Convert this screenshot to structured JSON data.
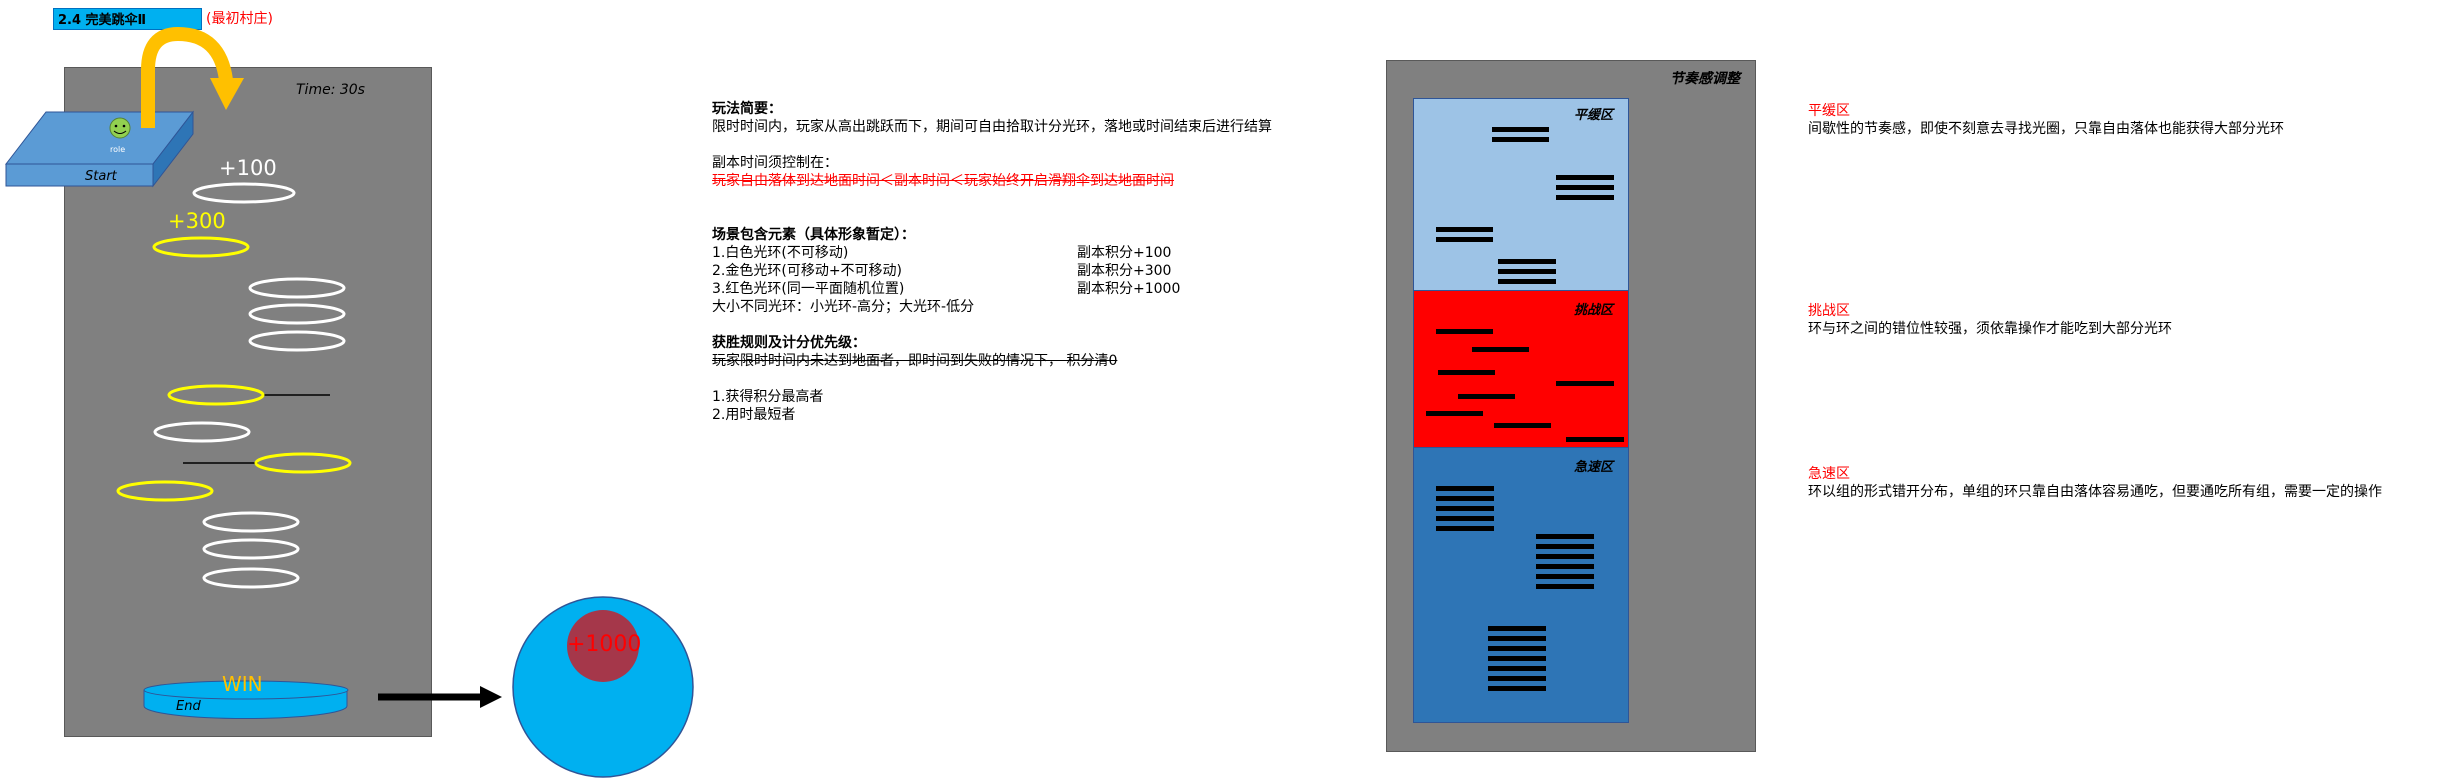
{
  "header": {
    "title": "2.4 完美跳伞Ⅱ",
    "note": "(最初村庄)"
  },
  "game": {
    "time": "Time: 30s",
    "start_label": "Start",
    "end_label": "End",
    "bubble_text": "role",
    "score_white": "+100",
    "score_gold": "+300",
    "win_label": "WIN",
    "score_red": "+1000"
  },
  "rules": {
    "overview_title": "玩法简要：",
    "overview_text": "限时时间内，玩家从高出跳跃而下，期间可自由拾取计分光环，落地或时间结束后进行结算",
    "duration_title": "副本时间须控制在：",
    "duration_text": "玩家自由落体到达地面时间＜副本时间＜玩家始终开启滑翔伞到达地面时间",
    "elements_title": "场景包含元素（具体形象暂定）：",
    "elements": [
      {
        "name": "1.白色光环(不可移动)",
        "score": "副本积分+100"
      },
      {
        "name": "2.金色光环(可移动+不可移动)",
        "score": "副本积分+300"
      },
      {
        "name": "3.红色光环(同一平面随机位置)",
        "score": "副本积分+1000"
      }
    ],
    "size_note": "大小不同光环：小光环-高分；大光环-低分",
    "win_title": "获胜规则及计分优先级：",
    "win_note": "玩家限时时间内未达到地面者，即时间到失败的情况下， 积分清0",
    "priority": [
      "1.获得积分最高者",
      "2.用时最短者"
    ]
  },
  "rhythm": {
    "title": "节奏感调整",
    "zones": [
      {
        "label": "平缓区",
        "title": "平缓区",
        "desc": "间歇性的节奏感，即使不刻意去寻找光圈，只靠自由落体也能获得大部分光环"
      },
      {
        "label": "挑战区",
        "title": "挑战区",
        "desc": "环与环之间的错位性较强，须依靠操作才能吃到大部分光环"
      },
      {
        "label": "急速区",
        "title": "急速区",
        "desc": "环以组的形式错开分布，单组的环只靠自由落体容易通吃，但要通吃所有组，需要一定的操作"
      }
    ]
  },
  "colors": {
    "panel": "#808080",
    "white_ring": "#ffffff",
    "gold_ring": "#ffff00",
    "red_ring": "#a5374a",
    "calm_zone": "#9dc3e6",
    "challenge_zone": "#ff0000",
    "rush_zone": "#2e75b6",
    "arrow": "#ffc000"
  }
}
